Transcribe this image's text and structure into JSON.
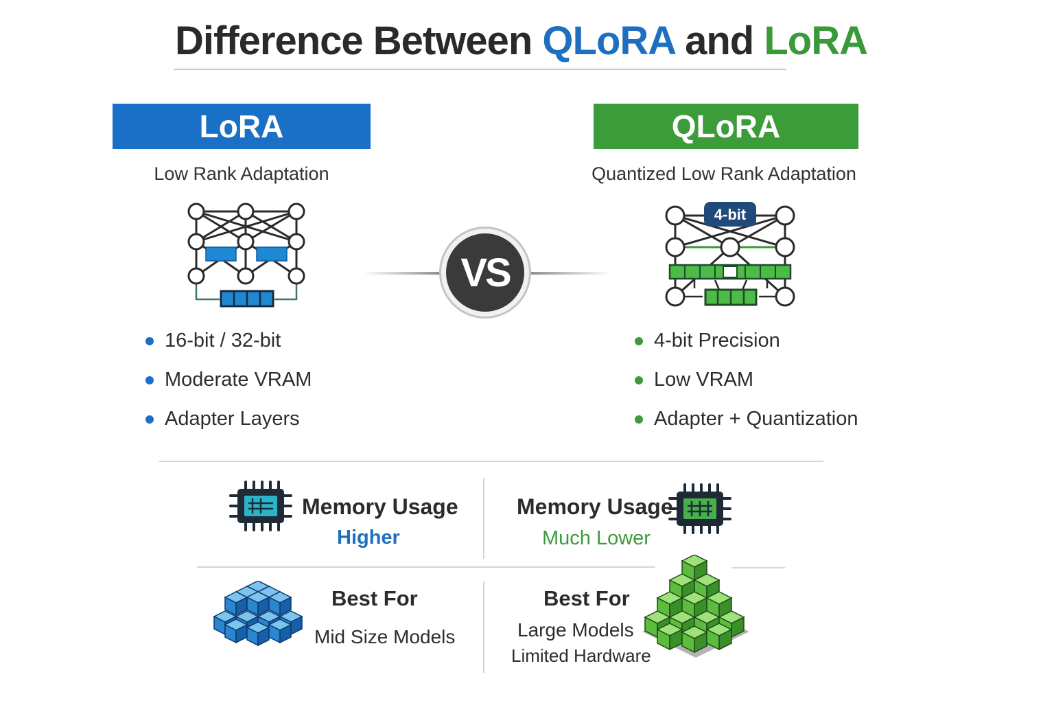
{
  "title": {
    "prefix": "Difference Between ",
    "qlora": "QLoRA",
    "middle": " and ",
    "lora": "LoRA"
  },
  "left": {
    "banner": "LoRA",
    "subtitle": "Low Rank Adaptation",
    "bullets": [
      "16-bit / 32-bit",
      "Moderate VRAM",
      "Adapter Layers"
    ],
    "memory_label": "Memory Usage",
    "memory_value": "Higher",
    "best_for_label": "Best For",
    "best_for_value": "Mid Size Models"
  },
  "right": {
    "banner": "QLoRA",
    "subtitle": "Quantized Low Rank Adaptation",
    "diagram_badge": "4-bit",
    "bullets": [
      "4-bit Precision",
      "Low VRAM",
      "Adapter + Quantization"
    ],
    "memory_label": "Memory Usage",
    "memory_value": "Much Lower",
    "best_for_label": "Best For",
    "best_for_value": "Large Models",
    "best_for_note": "Limited Hardware"
  },
  "vs": "VS",
  "colors": {
    "lora_blue": "#1a6fc6",
    "qlora_green": "#3d9c3a",
    "dark": "#2b2b2b"
  },
  "icons": {
    "left_network": "neural-network-icon",
    "right_network": "quantized-network-icon",
    "memory_chip": "memory-chip-icon",
    "model_blocks": "cube-stack-icon"
  }
}
